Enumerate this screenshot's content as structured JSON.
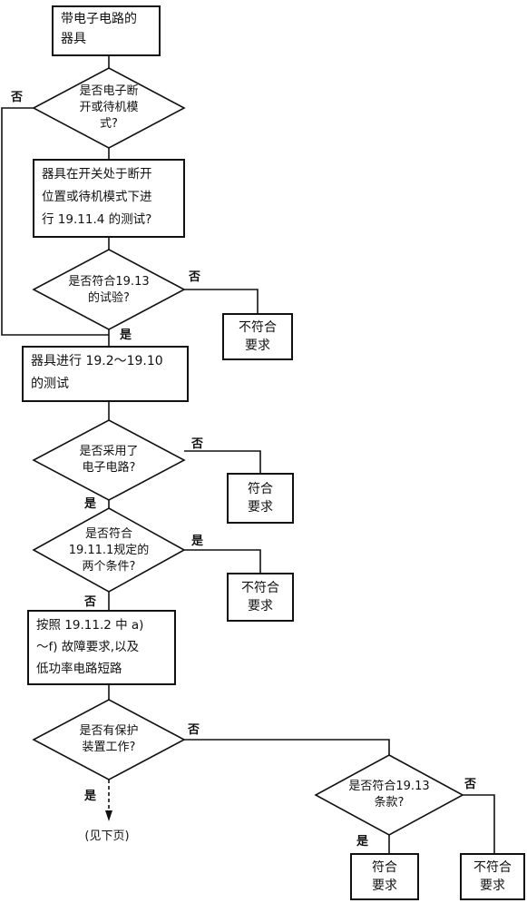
{
  "flow": {
    "start": [
      "带电子电路的",
      "器具"
    ],
    "d1": [
      "是否电子断",
      "开或待机模",
      "式?"
    ],
    "p1": [
      "器具在开关处于断开",
      "位置或待机模式下进",
      "行 19.11.4 的测试?"
    ],
    "d2": [
      "是否符合19.13",
      "的试验?"
    ],
    "r1": [
      "不符合",
      "要求"
    ],
    "p2": [
      "器具进行 19.2～19.10",
      "的测试"
    ],
    "d3": [
      "是否采用了",
      "电子电路?"
    ],
    "r2": [
      "符合",
      "要求"
    ],
    "d4": [
      "是否符合",
      "19.11.1规定的",
      "两个条件?"
    ],
    "r3": [
      "不符合",
      "要求"
    ],
    "p3": [
      "按照 19.11.2 中 a)",
      "～f) 故障要求,以及",
      "低功率电路短路"
    ],
    "d5": [
      "是否有保护",
      "装置工作?"
    ],
    "d6": [
      "是否符合19.13",
      "条款?"
    ],
    "r4": [
      "符合",
      "要求"
    ],
    "r5": [
      "不符合",
      "要求"
    ],
    "continue": "(见下页)"
  },
  "labels": {
    "yes": "是",
    "no": "否"
  }
}
